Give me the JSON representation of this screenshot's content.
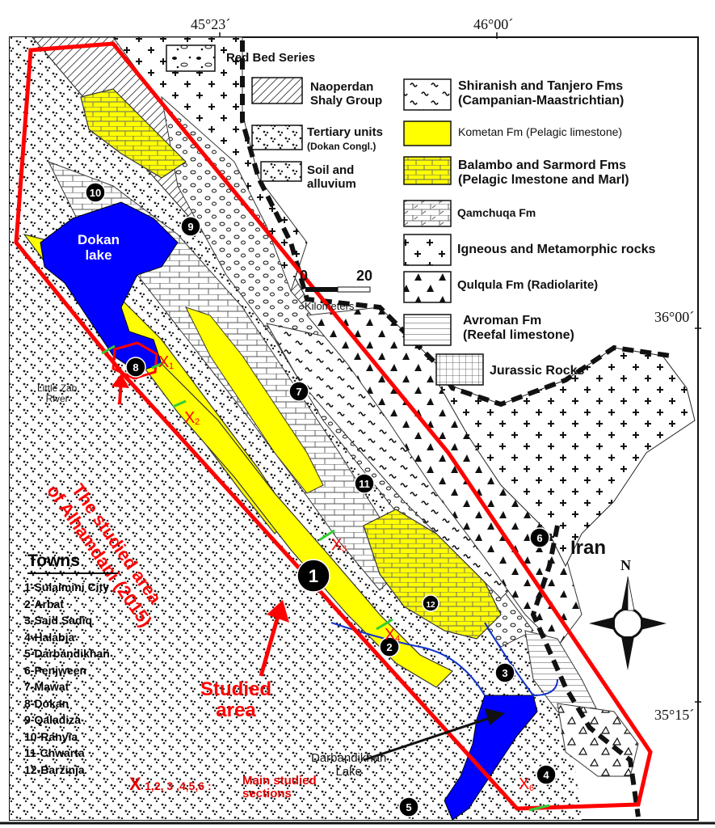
{
  "coords": {
    "lon1": "45°23´",
    "lon2": "46°00´",
    "lat1": "36°00´",
    "lat2": "35°15´"
  },
  "legend": [
    {
      "name": "red-bed",
      "line1": "Red Bed Series",
      "line2": ""
    },
    {
      "name": "naoperdan",
      "line1": "Naoperdan",
      "line2": "Shaly Group"
    },
    {
      "name": "tertiary",
      "line1": "Tertiary units",
      "line2": "(Dokan Congl.)"
    },
    {
      "name": "soil",
      "line1": "Soil and",
      "line2": "alluvium"
    },
    {
      "name": "shiranish",
      "line1": "Shiranish and Tanjero Fms",
      "line2": "(Campanian-Maastrichtian)"
    },
    {
      "name": "kometan",
      "line1": "Kometan Fm (Pelagic limestone)",
      "line2": ""
    },
    {
      "name": "balambo",
      "line1": "Balambo and Sarmord Fms",
      "line2": "(Pelagic lmestone and Marl)"
    },
    {
      "name": "qamchuqa",
      "line1": "Qamchuqa Fm",
      "line2": ""
    },
    {
      "name": "igneous",
      "line1": "Igneous and Metamorphic rocks",
      "line2": ""
    },
    {
      "name": "qulqula",
      "line1": "Qulqula Fm (Radiolarite)",
      "line2": ""
    },
    {
      "name": "avroman",
      "line1": "Avroman Fm",
      "line2": "(Reefal limestone)"
    },
    {
      "name": "jurassic",
      "line1": "Jurassic Rocks",
      "line2": ""
    }
  ],
  "scale": {
    "zero": "0",
    "twenty": "20",
    "unit": "Kilometers"
  },
  "labels": {
    "dokan_lake_1": "Dokan",
    "dokan_lake_2": "lake",
    "little_zab_1": "Little Zab",
    "little_zab_2": "River",
    "alhamdani_1": "The studied area",
    "alhamdani_2": "of Alhamdani (2015)",
    "studied_1": "Studied",
    "studied_2": "area",
    "iran": "Iran",
    "north": "N",
    "darbandikhan_1": "Darbandikhan",
    "darbandikhan_2": "Lake",
    "sections_x": "X",
    "sections_nums": "1,2, 3 ,4,5,6 :",
    "sections_text1": "Main studied",
    "sections_text2": "sections"
  },
  "towns_title": "Towns",
  "towns": [
    "1-Sulaimini City",
    "2-Arbat",
    "3-Said Sadiq",
    "4-Halabja",
    "5-Darbandikhan",
    "6-Penjween",
    "7-Mawat",
    "8-Dokan",
    "9-Qaladiza",
    "10-Ranyia",
    "11-Chwarta",
    "12-Barzinja"
  ],
  "town_markers": [
    {
      "num": "1"
    },
    {
      "num": "2"
    },
    {
      "num": "3"
    },
    {
      "num": "4"
    },
    {
      "num": "5"
    },
    {
      "num": "6"
    },
    {
      "num": "7"
    },
    {
      "num": "8"
    },
    {
      "num": "9"
    },
    {
      "num": "10"
    },
    {
      "num": "11"
    },
    {
      "num": "12"
    }
  ],
  "sections": [
    {
      "x": "X",
      "n": "1"
    },
    {
      "x": "X",
      "n": "2"
    },
    {
      "x": "X",
      "n": "3"
    },
    {
      "x": "X",
      "n": "4"
    },
    {
      "x": "X",
      "n": "5"
    },
    {
      "x": "X",
      "n": "6"
    }
  ],
  "colors": {
    "lake": "#0000ff",
    "yellow": "#ffff00",
    "red": "#ff0000",
    "river": "#1133cc"
  }
}
